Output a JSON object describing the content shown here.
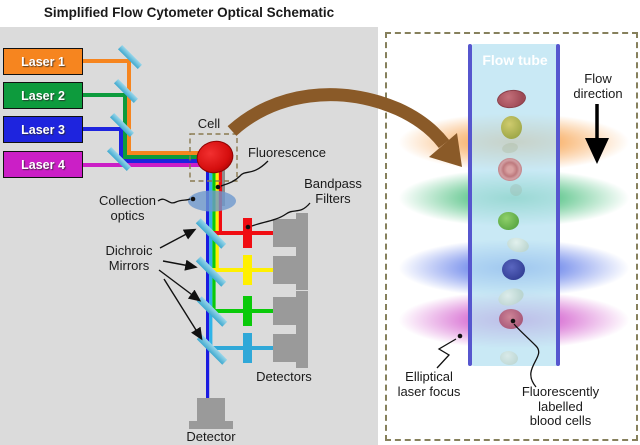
{
  "title": "Simplified Flow Cytometer Optical Schematic",
  "left_panel": {
    "lasers": [
      {
        "label": "Laser 1",
        "color": "#F6851F"
      },
      {
        "label": "Laser 2",
        "color": "#0D9B3D"
      },
      {
        "label": "Laser 3",
        "color": "#1E24DE"
      },
      {
        "label": "Laser 4",
        "color": "#CB1FC6"
      }
    ],
    "cell_label": "Cell",
    "fluorescence_label": "Fluorescence",
    "collection_optics": {
      "line1": "Collection",
      "line2": "optics"
    },
    "bandpass_filters": {
      "line1": "Bandpass",
      "line2": "Filters"
    },
    "dichroic_mirrors": {
      "line1": "Dichroic",
      "line2": "Mirrors"
    },
    "detectors_label": "Detectors",
    "detector_label": "Detector",
    "detection_channels": [
      {
        "name": "red",
        "color": "#F00C12"
      },
      {
        "name": "yellow",
        "color": "#FFF000"
      },
      {
        "name": "green",
        "color": "#0ACA0A"
      },
      {
        "name": "cyan",
        "color": "#2FA8D8"
      }
    ],
    "mirror_color": "#58BADC"
  },
  "right_panel": {
    "flow_tube_label": "Flow tube",
    "flow_direction": {
      "line1": "Flow",
      "line2": "direction"
    },
    "elliptical_focus": {
      "line1": "Elliptical",
      "line2": "laser focus"
    },
    "fluorescent_cells": {
      "line1": "Fluorescently",
      "line2": "labelled",
      "line3": "blood cells"
    },
    "laser_foci": [
      {
        "name": "orange-focus",
        "color": "#F5871E"
      },
      {
        "name": "green-focus",
        "color": "#0AA850"
      },
      {
        "name": "blue-focus",
        "color": "#2048E0"
      },
      {
        "name": "magenta-focus",
        "color": "#C018B8"
      }
    ],
    "tube_border_color": "#5656CE"
  },
  "icons": {
    "flow_direction_arrow": "black down-arrow",
    "zoom_callout_arrow": "brown curved arrow from cell to flow-tube detail"
  }
}
